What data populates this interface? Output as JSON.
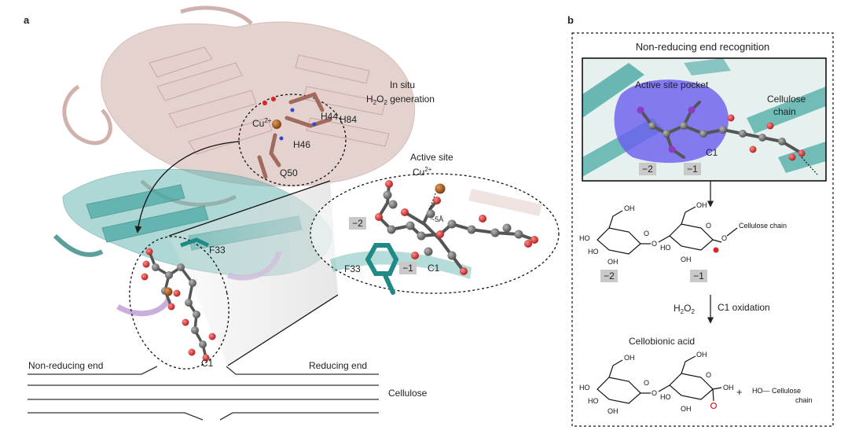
{
  "panel_a": {
    "label": "a",
    "insitu_line1": "In situ",
    "insitu_h": "H",
    "insitu_2a": "2",
    "insitu_o": "O",
    "insitu_2b": "2",
    "insitu_rest": " generation",
    "h44": "H44",
    "h84": "H84",
    "h46": "H46",
    "q50": "Q50",
    "cu_top": "Cu",
    "cu_top_sup": "2+",
    "active_site": "Active site",
    "cu_active": "Cu",
    "cu_active_sup": "2+",
    "dist": "~5Å",
    "minus2": "−2",
    "minus1": "−1",
    "c1_active": "C1",
    "f33_active": "F33",
    "f33_left": "F33",
    "c1_left": "C1",
    "non_reducing_end": "Non-reducing end",
    "reducing_end": "Reducing end",
    "cellulose": "Cellulose"
  },
  "panel_b": {
    "label": "b",
    "title": "Non-reducing end recognition",
    "pocket": "Active site pocket",
    "cellulose_chain_1": "Cellulose",
    "cellulose_chain_2": "chain",
    "c1": "C1",
    "minus2": "−2",
    "minus1": "−1",
    "cellulose_chain_struct": "Cellulose chain",
    "minus2_struct": "−2",
    "minus1_struct": "−1",
    "h2o2_h": "H",
    "h2o2_2a": "2",
    "h2o2_o": "O",
    "h2o2_2b": "2",
    "c1_oxidation": "C1 oxidation",
    "cellobionic": "Cellobionic acid",
    "plus": "+",
    "ho_cell": "HO— Cellulose",
    "ho_cell_2": "chain",
    "oh": "OH",
    "ho": "HO",
    "o": "O"
  },
  "colors": {
    "protein_pink": "#d9bcb8",
    "protein_teal": "#4aa9a4",
    "protein_lavender": "#c3a6d6",
    "carbon_grey": "#6b6b6b",
    "oxygen_red": "#d8262b",
    "copper": "#b25a1c",
    "pocket_blue": "#6a5cf0",
    "label_box_grey": "#c9c9c9"
  }
}
